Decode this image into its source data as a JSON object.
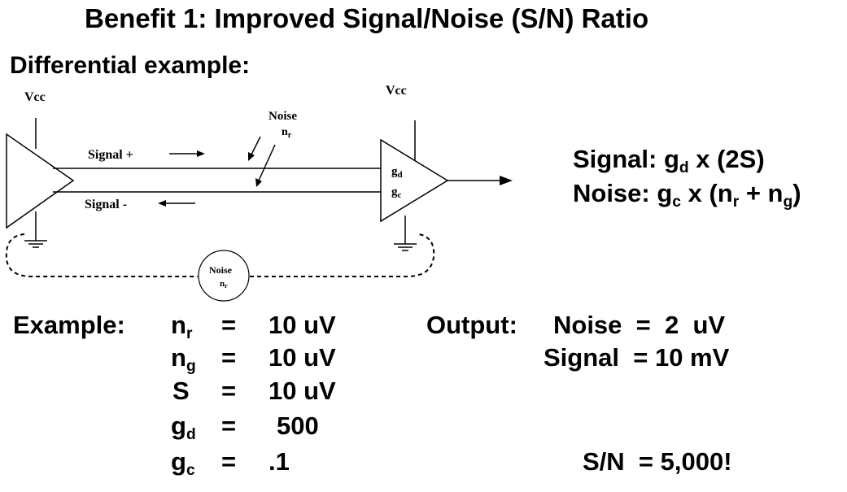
{
  "title": "Benefit 1: Improved Signal/Noise (S/N) Ratio",
  "subtitle": "Differential example:",
  "diagram": {
    "vcc_left": "Vcc",
    "vcc_right": "Vcc",
    "noise_top": "Noise",
    "noise_top_sub": "r",
    "signal_plus": "Signal +",
    "signal_minus": "Signal -",
    "gain_d": "d",
    "gain_c": "c",
    "noise_ground": "Noise",
    "noise_ground_sub": "r"
  },
  "formulas": {
    "signal_prefix": "Signal: g",
    "signal_sub": "d",
    "signal_rest": " x (2S)",
    "noise_prefix": "Noise:  g",
    "noise_sub1": "c",
    "noise_mid": " x (n",
    "noise_sub2": "r",
    "noise_mid2": " + n",
    "noise_sub3": "g",
    "noise_end": ")"
  },
  "example": {
    "label": "Example:",
    "rows": [
      {
        "var": "n",
        "sub": "r",
        "eq": "=",
        "val": "10 uV"
      },
      {
        "var": "n",
        "sub": "g",
        "eq": "=",
        "val": "10 uV"
      },
      {
        "var": "S",
        "sub": "",
        "eq": "=",
        "val": "10 uV"
      },
      {
        "var": "g",
        "sub": "d",
        "eq": "=",
        "val": "500"
      },
      {
        "var": "g",
        "sub": "c",
        "eq": "=",
        "val": ".1"
      }
    ]
  },
  "output": {
    "label": "Output:",
    "noise": "Noise  =  2  uV",
    "signal": "Signal  = 10 mV",
    "sn": "S/N  = 5,000!"
  }
}
